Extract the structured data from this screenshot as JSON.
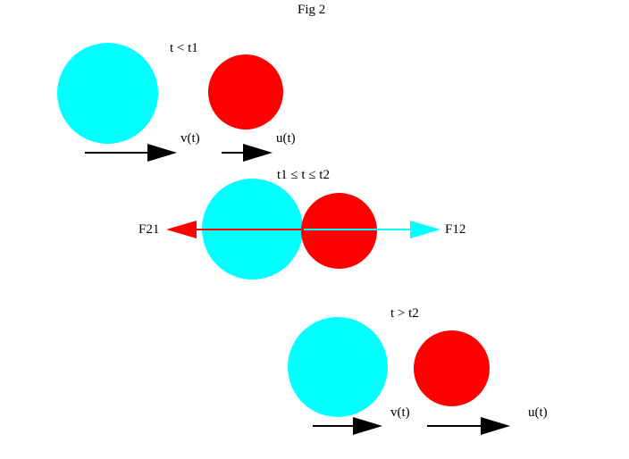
{
  "title": "Fig 2",
  "colors": {
    "ball_left": "#00ffff",
    "ball_right": "#ff0000",
    "velocity_arrow": "#000000",
    "force_f21": "#ff0000",
    "force_f12": "#00ffff",
    "background": "#ffffff"
  },
  "stages": {
    "before": {
      "label": "t < t1",
      "v_label": "v(t)",
      "u_label": "u(t)"
    },
    "during": {
      "label": "t1 ≤ t ≤ t2",
      "f21_label": "F21",
      "f12_label": "F12"
    },
    "after": {
      "label": "t > t2",
      "v_label": "v(t)",
      "u_label": "u(t)"
    }
  }
}
